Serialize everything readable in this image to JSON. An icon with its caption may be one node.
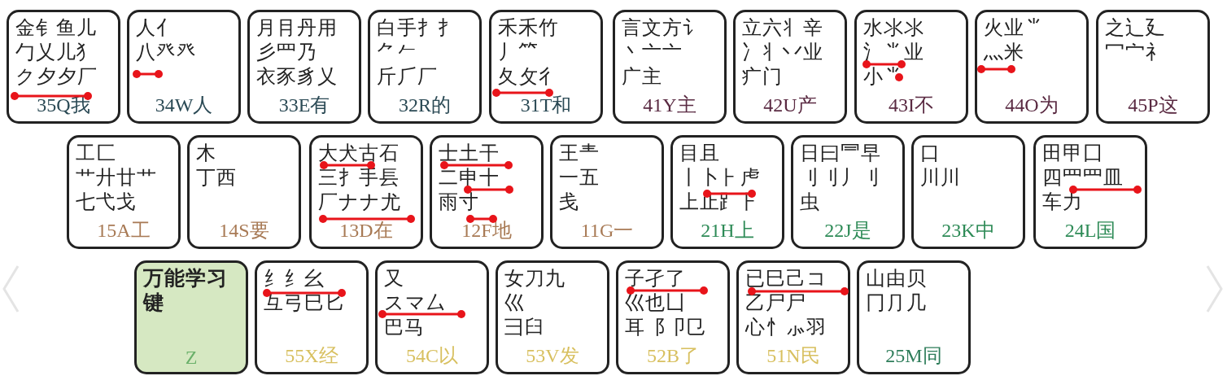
{
  "diagram": {
    "nodes": [
      {
        "text": [
          "金钅鱼儿",
          "勹乂儿犭",
          "ク夕夕厂",
          "35Q我"
        ]
      },
      {
        "text": [
          "人亻",
          "八癶癶",
          "34W人"
        ]
      },
      {
        "text": [
          "月⺝丹用",
          "彡⺫乃",
          "衣豕豸乂",
          "33E有"
        ]
      },
      {
        "text": [
          "白手⺘扌",
          "⺈𠂉",
          "斤⺁厂",
          "32R的"
        ]
      },
      {
        "text": [
          "禾禾竹",
          "丿⺮",
          "夂攵彳",
          "31T和"
        ]
      },
      {
        "text": [
          "言文方讠",
          "丶亠亠",
          "广主",
          "41Y主"
        ]
      },
      {
        "text": [
          "立六⺦辛",
          "冫丬丷业",
          "疒门",
          "42U产"
        ]
      },
      {
        "text": [
          "水氺⺢",
          "氵⺌业",
          "小⺌",
          "43I不"
        ]
      },
      {
        "text": [
          "火业⺌",
          "灬米",
          "44O为"
        ]
      },
      {
        "text": [
          "之辶廴",
          "冖宀礻",
          "45P这"
        ]
      },
      {
        "text": [
          "工匚",
          "艹廾廿艹",
          "七弋戈",
          "15A工"
        ]
      },
      {
        "text": [
          "木",
          "丁西",
          "14S要"
        ]
      },
      {
        "text": [
          "大犬古石",
          "三⺘手镸",
          "厂ナナ尤",
          "13D在"
        ]
      },
      {
        "text": [
          "士土干",
          "二申十",
          "雨寸",
          "12F地"
        ]
      },
      {
        "text": [
          "王龶",
          "一五",
          "戋",
          "11G一"
        ]
      },
      {
        "text": [
          "目且",
          "丨卜⺊虍",
          "上止⻊⺊",
          "21H上"
        ]
      },
      {
        "text": [
          "日曰⺜早",
          "刂刂丿刂",
          "虫",
          "22J是"
        ]
      },
      {
        "text": [
          "口",
          "川川",
          "23K中"
        ]
      },
      {
        "text": [
          "田甲囗",
          "四罒罒皿",
          "车力",
          "24L国"
        ]
      },
      {
        "text": [
          "万能学习键",
          "Z"
        ]
      },
      {
        "text": [
          "纟纟幺",
          "彑弓巳匕",
          "55X经"
        ]
      },
      {
        "text": [
          "又",
          "スマ厶",
          "巴马",
          "54C以"
        ]
      },
      {
        "text": [
          "女刀九",
          "巛",
          "彐臼",
          "53V发"
        ]
      },
      {
        "text": [
          "子孑了",
          "巛也凵",
          "耳⻏卩㔾",
          "52B了"
        ]
      },
      {
        "text": [
          "已巳己コ",
          "乙尸尸",
          "心忄⺗羽",
          "51N民"
        ]
      },
      {
        "text": [
          "山由贝",
          "冂⺆几",
          "25M同"
        ]
      }
    ]
  }
}
